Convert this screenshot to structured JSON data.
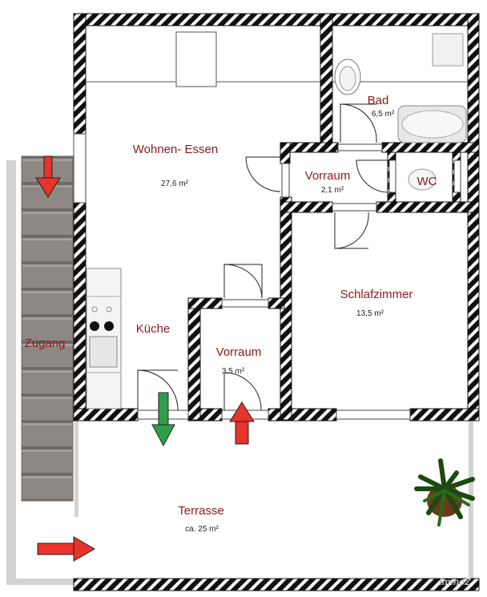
{
  "rooms": {
    "wohnen": {
      "name": "Wohnen- Essen",
      "area": "27,6 m²"
    },
    "bad": {
      "name": "Bad",
      "area": "6,5 m²"
    },
    "vorraum_upper": {
      "name": "Vorraum",
      "area": "2,1 m²"
    },
    "wc": {
      "name": "WC"
    },
    "schlafzimmer": {
      "name": "Schlafzimmer",
      "area": "13,5 m²"
    },
    "kueche": {
      "name": "Küche"
    },
    "vorraum_lower": {
      "name": "Vorraum",
      "area": "3,5 m²"
    },
    "zugang": {
      "name": "Zugang"
    },
    "terrasse": {
      "name": "Terrasse",
      "area": "ca. 25 m²"
    }
  },
  "watermark": "ImmoZ",
  "colors": {
    "wall": "#111111",
    "label": "#8b1a1a",
    "arrow_red": "#e8322a",
    "arrow_green": "#2e9e4a",
    "stairs": "#8a8580",
    "terrace_border": "#d0d0d0"
  }
}
